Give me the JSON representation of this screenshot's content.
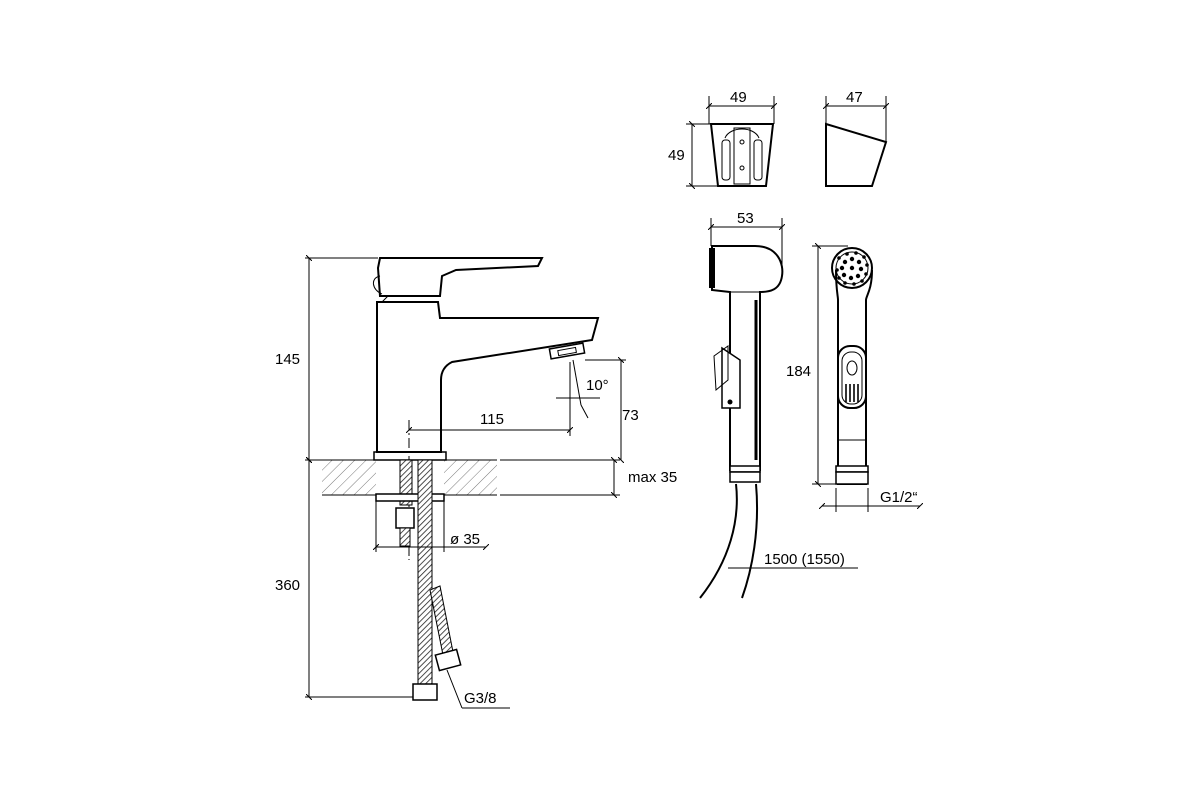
{
  "faucet": {
    "height": "145",
    "spout_reach": "115",
    "spout_height": "73",
    "spout_angle": "10°",
    "max_thickness": "max 35",
    "hole_diameter": "ø 35",
    "hose_length": "360",
    "hose_thread": "G3/8"
  },
  "holder": {
    "front_width": "49",
    "front_height": "49",
    "side_depth": "47"
  },
  "handshower": {
    "head_width": "53",
    "length": "184",
    "thread": "G1/2“",
    "hose_length": "1500 (1550)"
  },
  "colors": {
    "line": "#000000",
    "background": "#ffffff",
    "hatch": "#555555"
  }
}
